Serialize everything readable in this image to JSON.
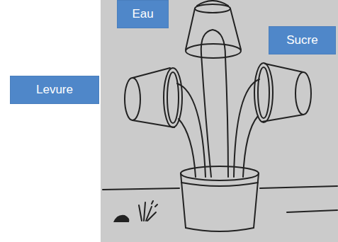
{
  "diagram": {
    "nodes": [
      {
        "text": [
          "Eau"
        ]
      },
      {
        "text": [
          "Sucre"
        ]
      },
      {
        "text": [
          "Levure"
        ]
      }
    ]
  }
}
